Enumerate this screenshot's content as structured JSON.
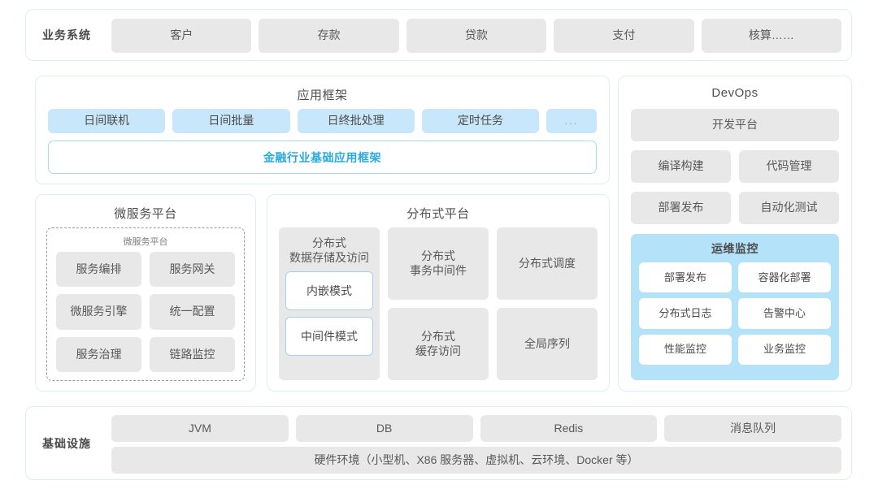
{
  "business_systems": {
    "label": "业务系统",
    "items": [
      "客户",
      "存款",
      "贷款",
      "支付",
      "核算……"
    ]
  },
  "app_framework": {
    "title": "应用框架",
    "items": [
      "日间联机",
      "日间批量",
      "日终批处理",
      "定时任务"
    ],
    "more": "...",
    "base_platform": "金融行业基础应用框架"
  },
  "microservice_platform": {
    "title": "微服务平台",
    "subtitle": "微服务平台",
    "items": [
      "服务编排",
      "服务网关",
      "微服务引擎",
      "统一配置",
      "服务治理",
      "链路监控"
    ]
  },
  "distributed_platform": {
    "title": "分布式平台",
    "storage": {
      "caption": "分布式\n数据存储及访问",
      "modes": [
        "内嵌模式",
        "中间件模式"
      ]
    },
    "column2": [
      "分布式\n事务中间件",
      "分布式\n缓存访问"
    ],
    "column3": [
      "分布式调度",
      "全局序列"
    ]
  },
  "devops": {
    "title": "DevOps",
    "dev_platform": "开发平台",
    "row1": [
      "编译构建",
      "代码管理"
    ],
    "row2": [
      "部署发布",
      "自动化测试"
    ],
    "monitoring": {
      "title": "运维监控",
      "items": [
        "部署发布",
        "容器化部署",
        "分布式日志",
        "告警中心",
        "性能监控",
        "业务监控"
      ]
    }
  },
  "infrastructure": {
    "label": "基础设施",
    "items": [
      "JVM",
      "DB",
      "Redis",
      "消息队列"
    ],
    "hardware": "硬件环境（小型机、X86 服务器、虚拟机、云环境、Docker 等）"
  },
  "colors": {
    "panel_border": "#dceff2",
    "chip_gray": "#e8e8e8",
    "chip_blue": "#c8e7fa",
    "accent_blue": "#2aa9e0",
    "monitor_blue": "#b4e2f8"
  }
}
